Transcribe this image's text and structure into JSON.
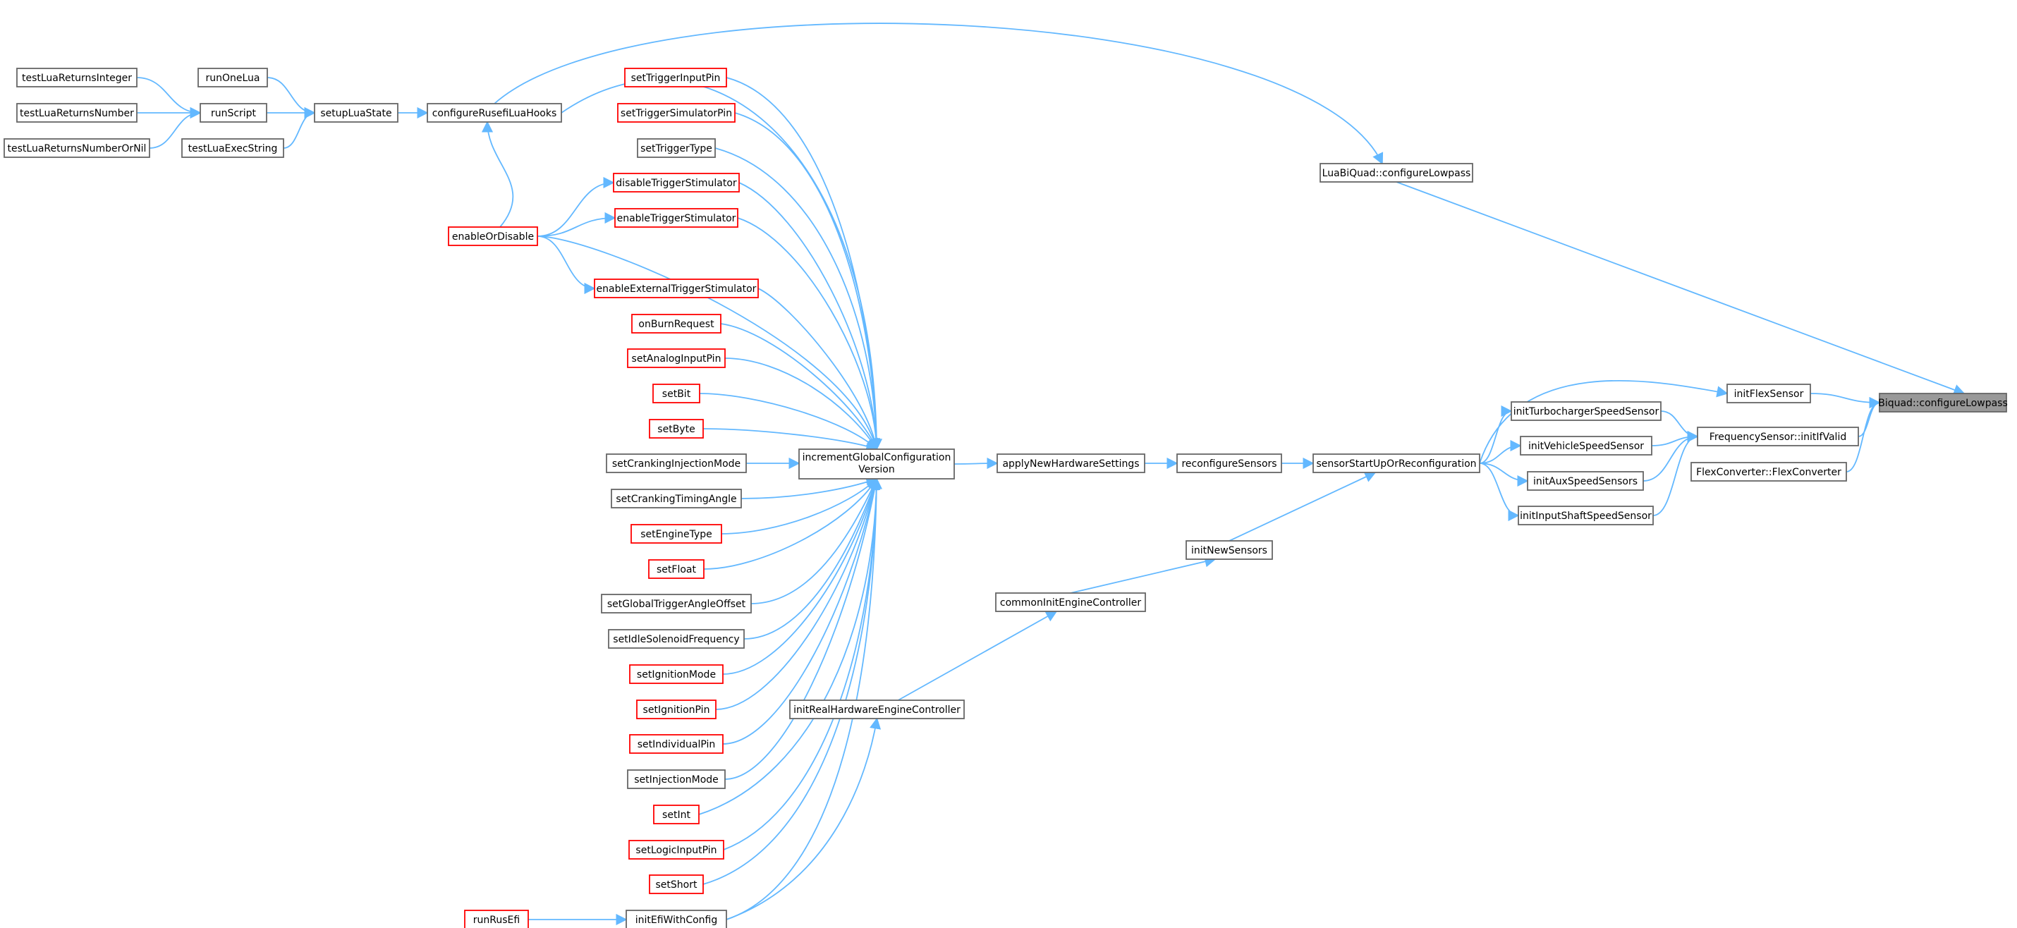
{
  "colors": {
    "edge": "#63b8ff",
    "normal_border": "#666666",
    "red_border": "#ff0000",
    "root_fill": "#999999",
    "node_fill": "#ffffff"
  },
  "nodes": [
    {
      "id": "biquad",
      "label": "Biquad::configureLowpass",
      "style": "root"
    },
    {
      "id": "luabiquad",
      "label": "LuaBiQuad::configureLowpass",
      "style": "normal"
    },
    {
      "id": "initflex",
      "label": "initFlexSensor",
      "style": "normal"
    },
    {
      "id": "freqsensor",
      "label": "FrequencySensor::initIfValid",
      "style": "normal"
    },
    {
      "id": "flexconv",
      "label": "FlexConverter::FlexConverter",
      "style": "normal"
    },
    {
      "id": "initturbo",
      "label": "initTurbochargerSpeedSensor",
      "style": "normal"
    },
    {
      "id": "initvehicle",
      "label": "initVehicleSpeedSensor",
      "style": "normal"
    },
    {
      "id": "initaux",
      "label": "initAuxSpeedSensors",
      "style": "normal"
    },
    {
      "id": "initinput",
      "label": "initInputShaftSpeedSensor",
      "style": "normal"
    },
    {
      "id": "sensorstart",
      "label": "sensorStartUpOrReconfiguration",
      "style": "normal"
    },
    {
      "id": "reconfigure",
      "label": "reconfigureSensors",
      "style": "normal"
    },
    {
      "id": "initnew",
      "label": "initNewSensors",
      "style": "normal"
    },
    {
      "id": "applynew",
      "label": "applyNewHardwareSettings",
      "style": "normal"
    },
    {
      "id": "commoninit",
      "label": "commonInitEngineController",
      "style": "normal"
    },
    {
      "id": "increment",
      "label": "incrementGlobalConfiguration",
      "label2": "Version",
      "style": "normal"
    },
    {
      "id": "initreal",
      "label": "initRealHardwareEngineController",
      "style": "normal"
    },
    {
      "id": "configlua",
      "label": "configureRusefiLuaHooks",
      "style": "normal"
    },
    {
      "id": "enableordisable",
      "label": "enableOrDisable",
      "style": "red"
    },
    {
      "id": "settriggerinput",
      "label": "setTriggerInputPin",
      "style": "red"
    },
    {
      "id": "settriggersim",
      "label": "setTriggerSimulatorPin",
      "style": "red"
    },
    {
      "id": "settriggertype",
      "label": "setTriggerType",
      "style": "normal"
    },
    {
      "id": "disabletrig",
      "label": "disableTriggerStimulator",
      "style": "red"
    },
    {
      "id": "enabletrig",
      "label": "enableTriggerStimulator",
      "style": "red"
    },
    {
      "id": "enableext",
      "label": "enableExternalTriggerStimulator",
      "style": "red"
    },
    {
      "id": "onburn",
      "label": "onBurnRequest",
      "style": "red"
    },
    {
      "id": "setanalog",
      "label": "setAnalogInputPin",
      "style": "red"
    },
    {
      "id": "setbit",
      "label": "setBit",
      "style": "red"
    },
    {
      "id": "setbyte",
      "label": "setByte",
      "style": "red"
    },
    {
      "id": "setcrankinj",
      "label": "setCrankingInjectionMode",
      "style": "normal"
    },
    {
      "id": "setcranktim",
      "label": "setCrankingTimingAngle",
      "style": "normal"
    },
    {
      "id": "setengine",
      "label": "setEngineType",
      "style": "red"
    },
    {
      "id": "setfloat",
      "label": "setFloat",
      "style": "red"
    },
    {
      "id": "setglobaltrig",
      "label": "setGlobalTriggerAngleOffset",
      "style": "normal"
    },
    {
      "id": "setidle",
      "label": "setIdleSolenoidFrequency",
      "style": "normal"
    },
    {
      "id": "setignmode",
      "label": "setIgnitionMode",
      "style": "red"
    },
    {
      "id": "setignpin",
      "label": "setIgnitionPin",
      "style": "red"
    },
    {
      "id": "setindiv",
      "label": "setIndividualPin",
      "style": "red"
    },
    {
      "id": "setinjmode",
      "label": "setInjectionMode",
      "style": "normal"
    },
    {
      "id": "setint",
      "label": "setInt",
      "style": "red"
    },
    {
      "id": "setlogic",
      "label": "setLogicInputPin",
      "style": "red"
    },
    {
      "id": "setshort",
      "label": "setShort",
      "style": "red"
    },
    {
      "id": "initefi",
      "label": "initEfiWithConfig",
      "style": "normal"
    },
    {
      "id": "runrusefi",
      "label": "runRusEfi",
      "style": "red"
    },
    {
      "id": "setuplua",
      "label": "setupLuaState",
      "style": "normal"
    },
    {
      "id": "runonelua",
      "label": "runOneLua",
      "style": "normal"
    },
    {
      "id": "runscript",
      "label": "runScript",
      "style": "normal"
    },
    {
      "id": "testluaexec",
      "label": "testLuaExecString",
      "style": "normal"
    },
    {
      "id": "testluaint",
      "label": "testLuaReturnsInteger",
      "style": "normal"
    },
    {
      "id": "testluanum",
      "label": "testLuaReturnsNumber",
      "style": "normal"
    },
    {
      "id": "testluanumnil",
      "label": "testLuaReturnsNumberOrNil",
      "style": "normal"
    }
  ],
  "edges": [
    [
      "luabiquad",
      "biquad"
    ],
    [
      "initflex",
      "biquad"
    ],
    [
      "freqsensor",
      "biquad"
    ],
    [
      "flexconv",
      "biquad"
    ],
    [
      "configlua",
      "luabiquad"
    ],
    [
      "sensorstart",
      "initflex"
    ],
    [
      "initturbo",
      "freqsensor"
    ],
    [
      "initvehicle",
      "freqsensor"
    ],
    [
      "initaux",
      "freqsensor"
    ],
    [
      "initinput",
      "freqsensor"
    ],
    [
      "sensorstart",
      "initturbo"
    ],
    [
      "sensorstart",
      "initvehicle"
    ],
    [
      "sensorstart",
      "initaux"
    ],
    [
      "sensorstart",
      "initinput"
    ],
    [
      "reconfigure",
      "sensorstart"
    ],
    [
      "initnew",
      "sensorstart"
    ],
    [
      "applynew",
      "reconfigure"
    ],
    [
      "commoninit",
      "initnew"
    ],
    [
      "increment",
      "applynew"
    ],
    [
      "initreal",
      "commoninit"
    ],
    [
      "configlua",
      "increment"
    ],
    [
      "enableordisable",
      "increment"
    ],
    [
      "settriggerinput",
      "increment"
    ],
    [
      "settriggersim",
      "increment"
    ],
    [
      "settriggertype",
      "increment"
    ],
    [
      "disabletrig",
      "increment"
    ],
    [
      "enabletrig",
      "increment"
    ],
    [
      "enableext",
      "increment"
    ],
    [
      "onburn",
      "increment"
    ],
    [
      "setanalog",
      "increment"
    ],
    [
      "setbit",
      "increment"
    ],
    [
      "setbyte",
      "increment"
    ],
    [
      "setcrankinj",
      "increment"
    ],
    [
      "setcranktim",
      "increment"
    ],
    [
      "setengine",
      "increment"
    ],
    [
      "setfloat",
      "increment"
    ],
    [
      "setglobaltrig",
      "increment"
    ],
    [
      "setidle",
      "increment"
    ],
    [
      "setignmode",
      "increment"
    ],
    [
      "setignpin",
      "increment"
    ],
    [
      "setindiv",
      "increment"
    ],
    [
      "setinjmode",
      "increment"
    ],
    [
      "setint",
      "increment"
    ],
    [
      "setlogic",
      "increment"
    ],
    [
      "setshort",
      "increment"
    ],
    [
      "initefi",
      "increment"
    ],
    [
      "initefi",
      "initreal"
    ],
    [
      "runrusefi",
      "initefi"
    ],
    [
      "enableordisable",
      "configlua"
    ],
    [
      "enableordisable",
      "disabletrig"
    ],
    [
      "enableordisable",
      "enabletrig"
    ],
    [
      "enableordisable",
      "enableext"
    ],
    [
      "setuplua",
      "configlua"
    ],
    [
      "runonelua",
      "setuplua"
    ],
    [
      "runscript",
      "setuplua"
    ],
    [
      "testluaexec",
      "setuplua"
    ],
    [
      "testluaint",
      "runscript"
    ],
    [
      "testluanum",
      "runscript"
    ],
    [
      "testluanumnil",
      "runscript"
    ]
  ]
}
